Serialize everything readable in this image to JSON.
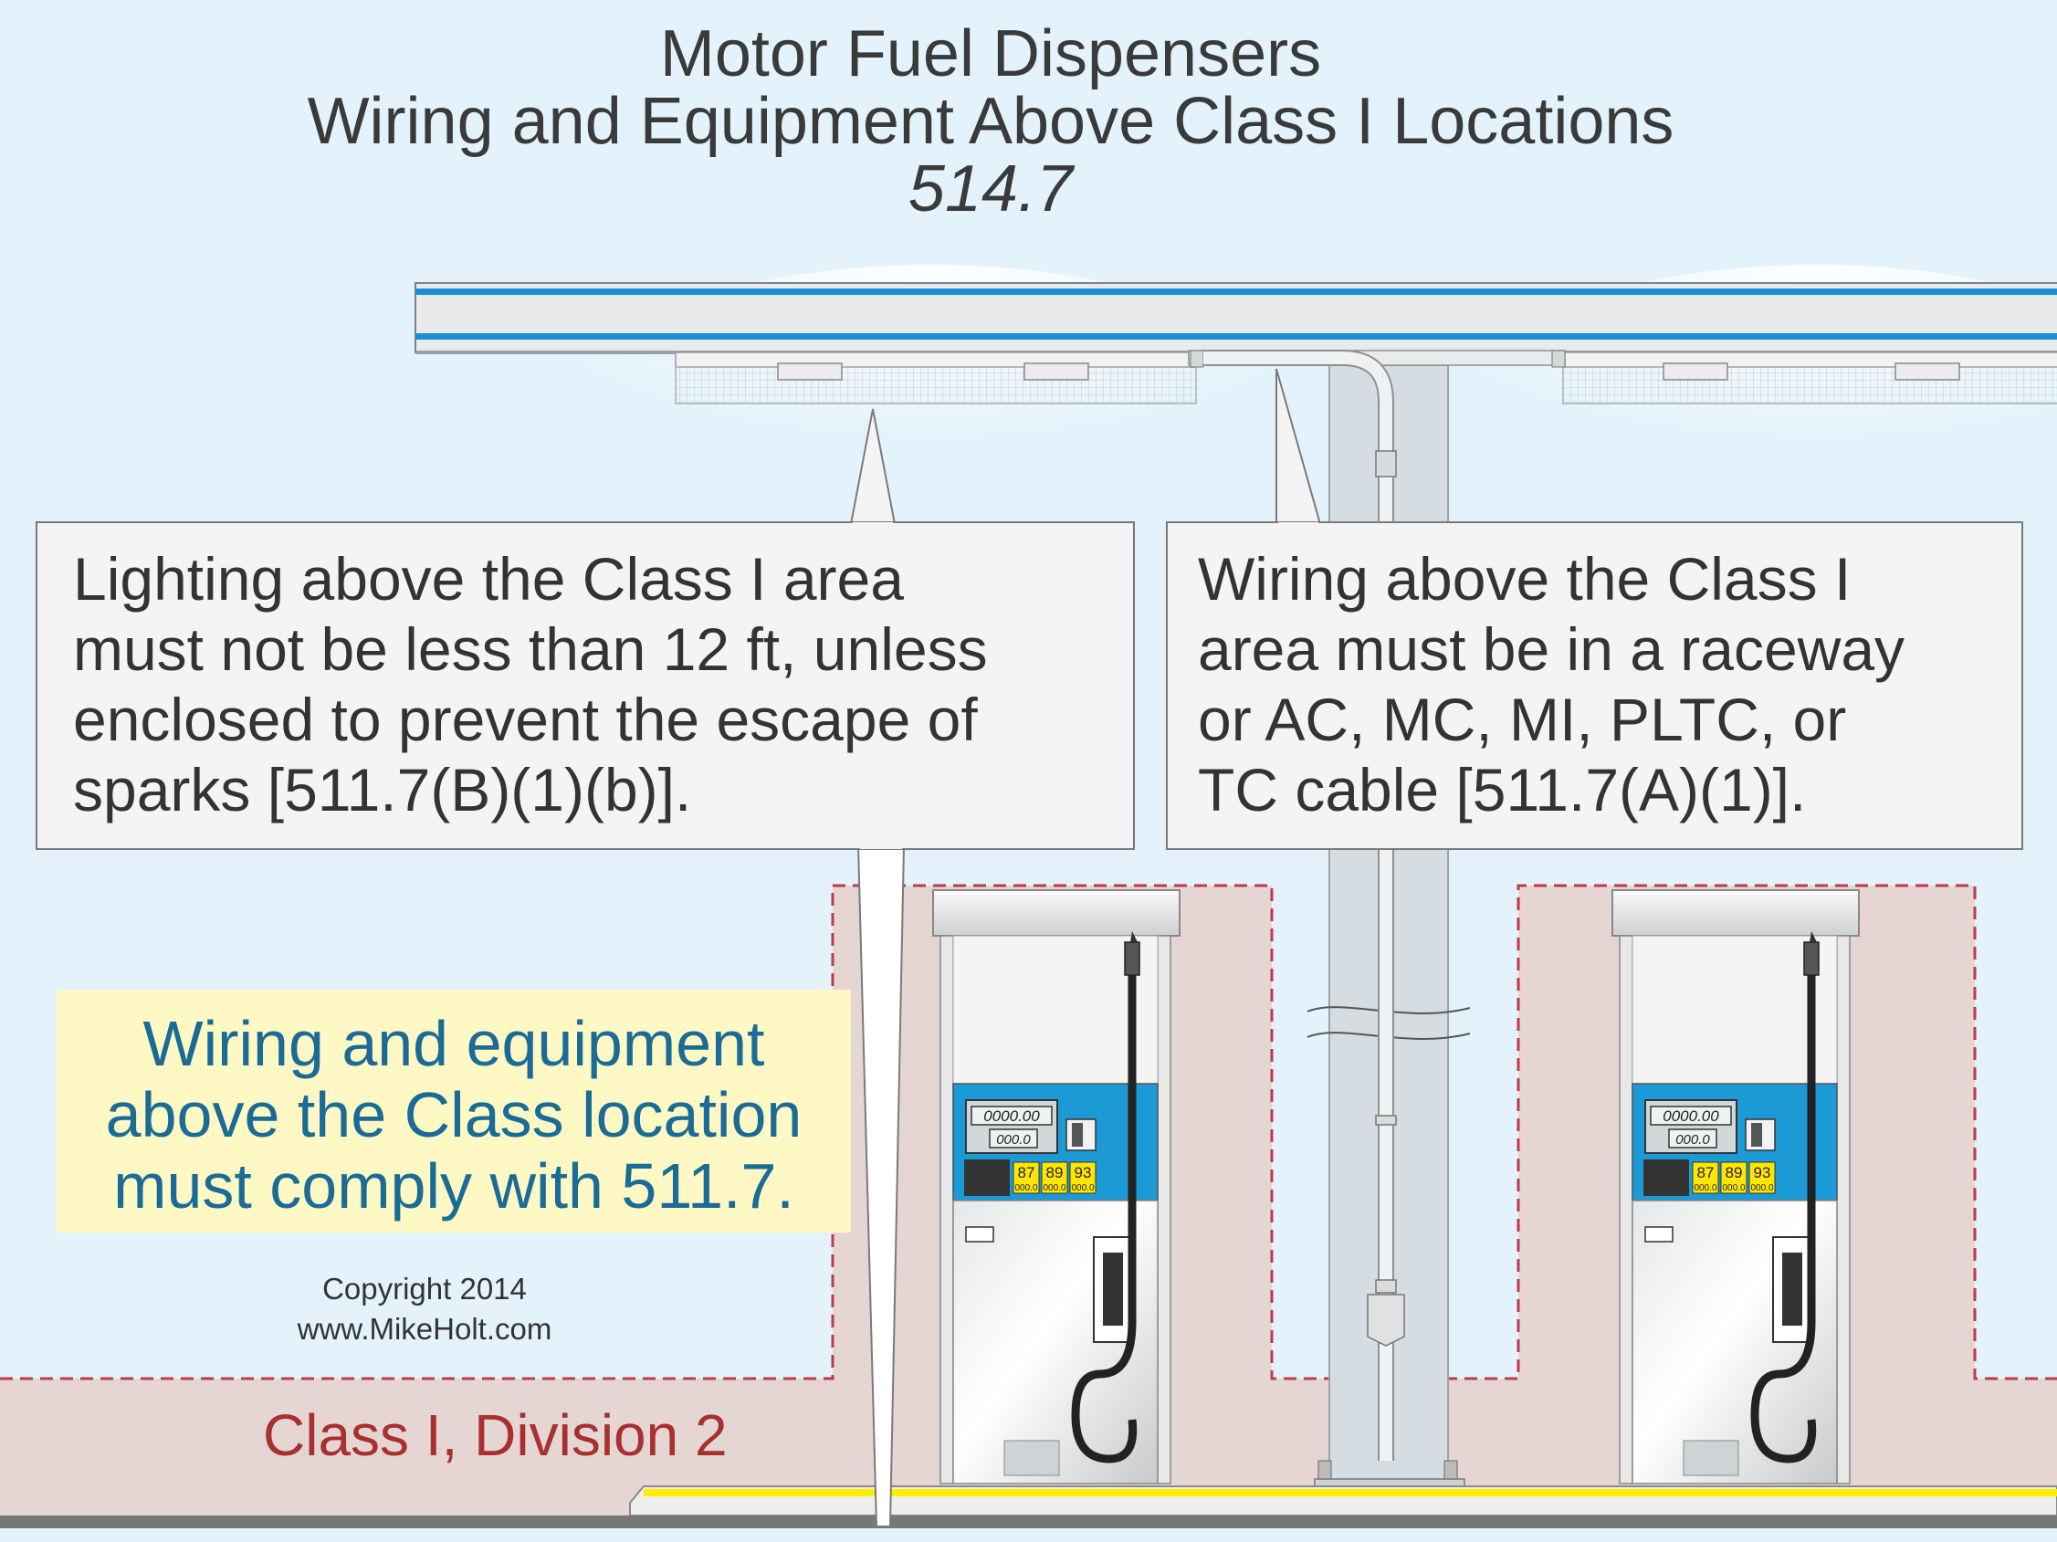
{
  "title": {
    "line1": "Motor Fuel Dispensers",
    "line2": "Wiring and Equipment Above Class I Locations",
    "line3": "514.7"
  },
  "callout_lighting": {
    "lines": [
      "Lighting above the Class I area",
      "must not be less than 12 ft, unless",
      "enclosed to prevent the escape of",
      "sparks [511.7(B)(1)(b)]."
    ]
  },
  "callout_wiring": {
    "lines": [
      "Wiring above the Class I",
      "area must be in a raceway",
      "or AC, MC, MI, PLTC, or",
      "TC cable [511.7(A)(1)]."
    ]
  },
  "note": {
    "lines": [
      "Wiring and equipment",
      "above the Class location",
      "must comply with 511.7."
    ]
  },
  "copyright": {
    "line1": "Copyright 2014",
    "line2": "www.MikeHolt.com"
  },
  "area_label": "Class I, Division 2",
  "dispenser": {
    "display_total": "0000.00",
    "display_volume": "000.0",
    "grades": [
      "87",
      "89",
      "93"
    ],
    "grade_price": "000.0"
  },
  "colors": {
    "sky": "#e4f3fb",
    "hazard_zone": "#e5d6d4",
    "hazard_border": "#c0394b",
    "canopy_stripe": "#1a8fd6",
    "dispenser_panel": "#1b9ad6",
    "grade_badge": "#ffe600",
    "note_bg": "#fdf8c4",
    "note_text": "#1a6b96",
    "area_label": "#a8302f",
    "curb_stripe": "#ffee00"
  }
}
